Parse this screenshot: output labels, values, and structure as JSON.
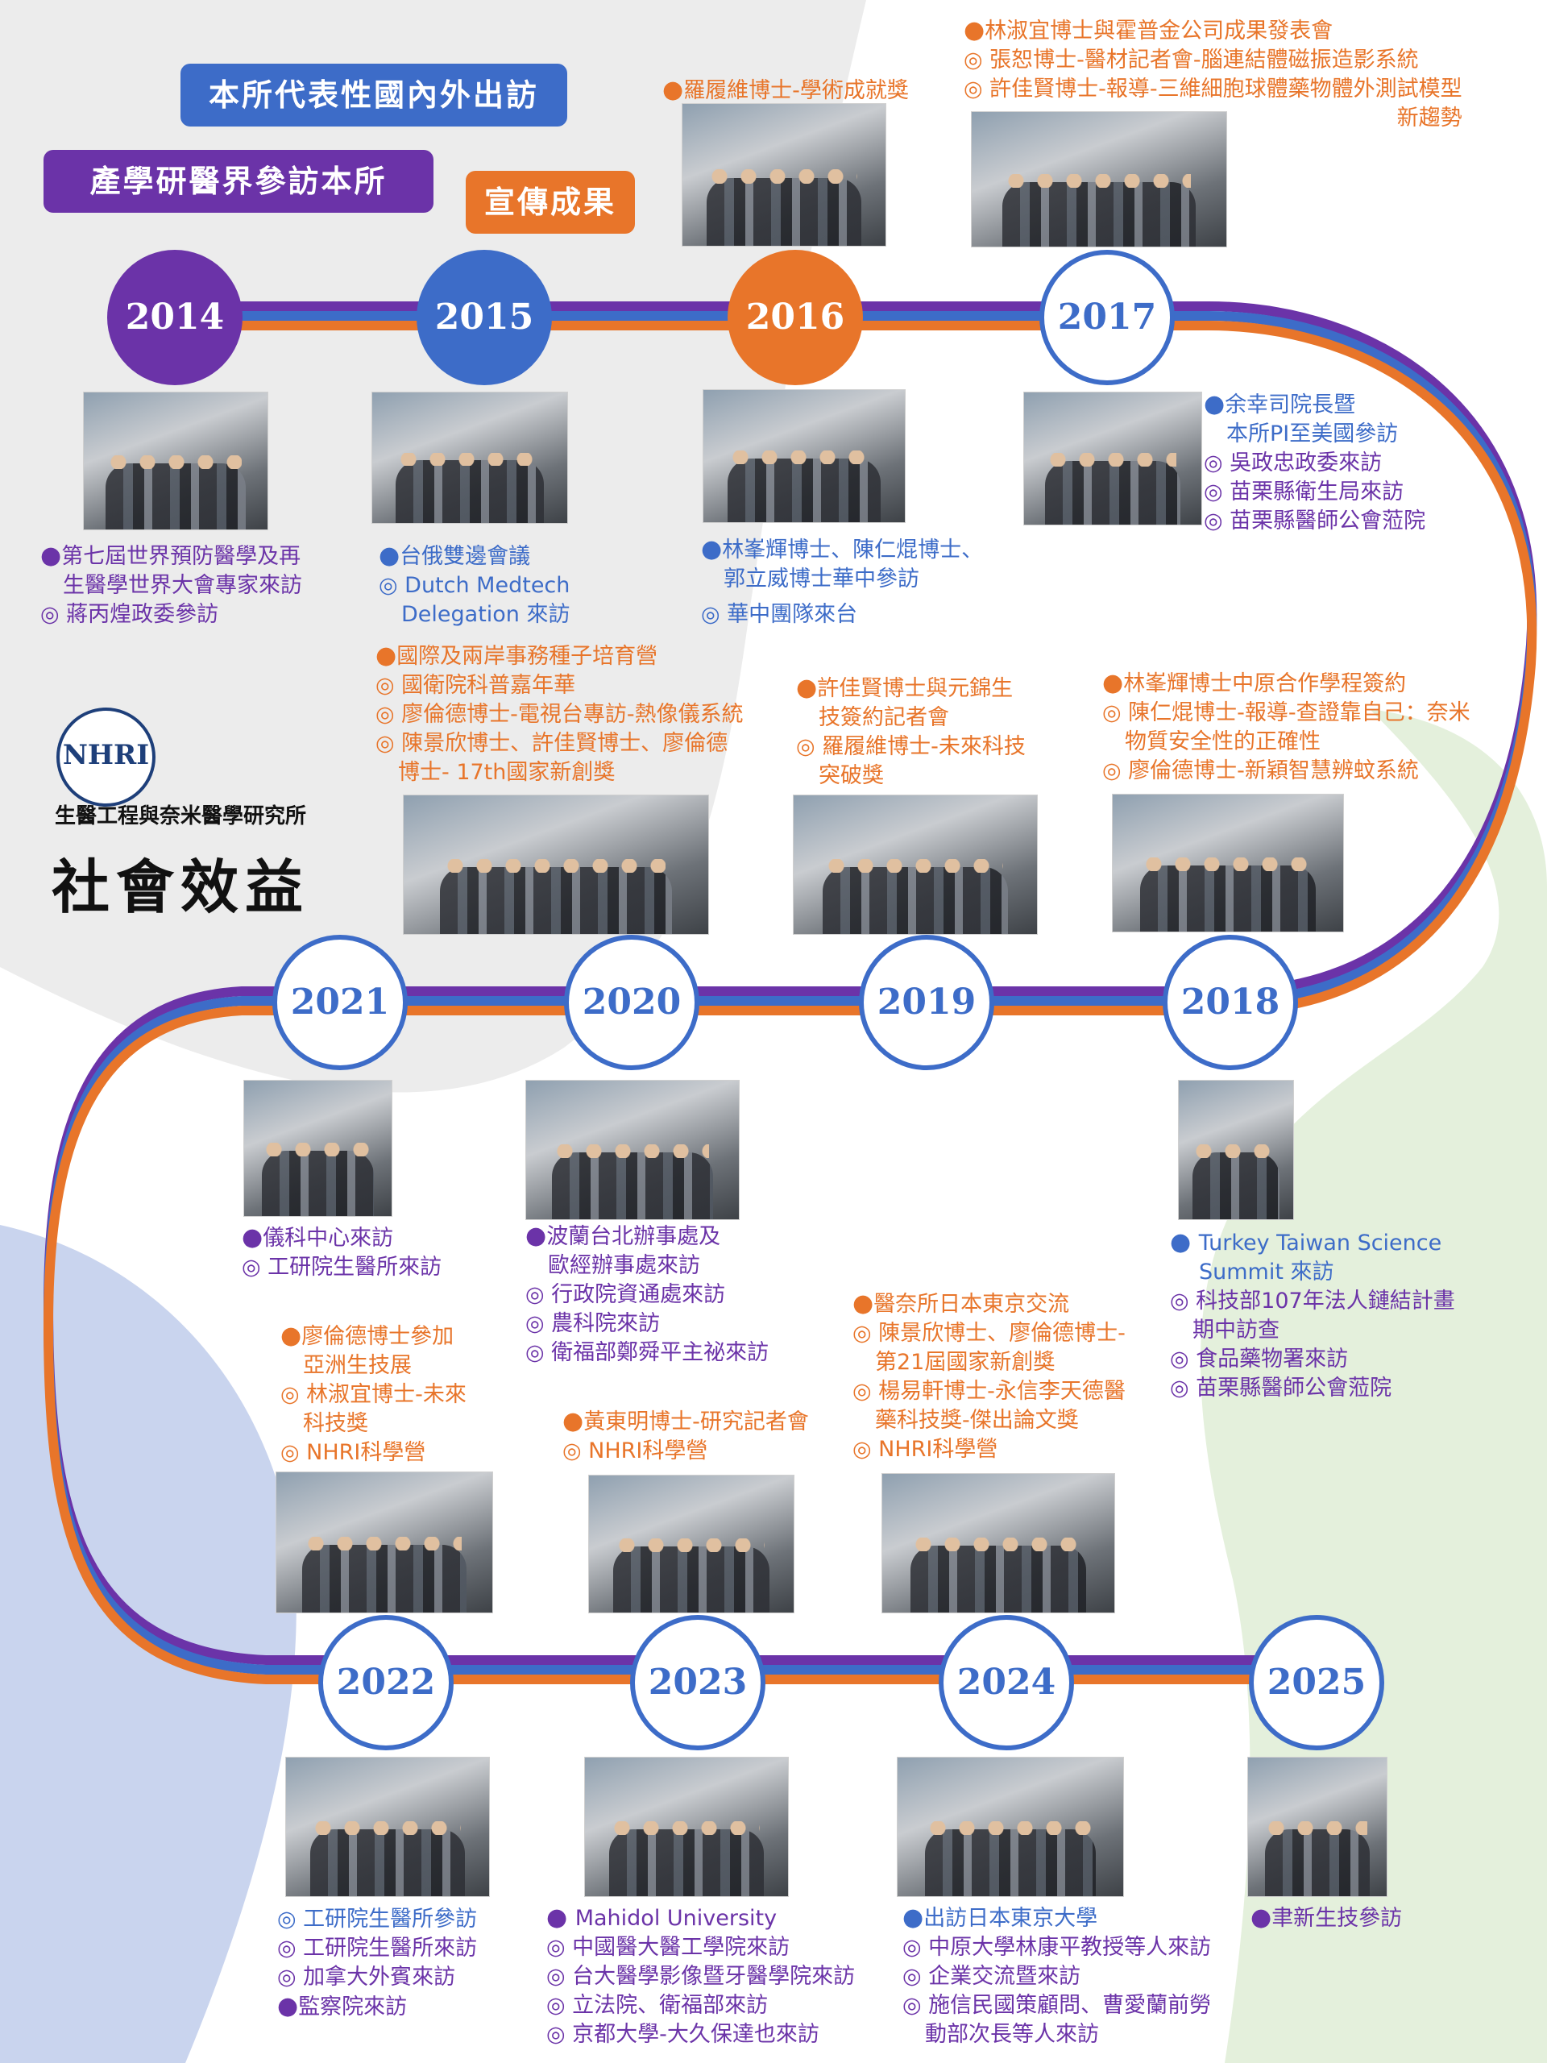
{
  "legend": {
    "overseas": "本所代表性國內外出訪",
    "visits": "產學研醫界參訪本所",
    "publicity": "宣傳成果"
  },
  "institute": {
    "logo_text": "NHRI",
    "name": "生醫工程與奈米醫學研究所",
    "title": "社會效益"
  },
  "colors": {
    "purple": "#6b33a8",
    "blue": "#3d6cc8",
    "orange": "#e8752a"
  },
  "years": [
    "2014",
    "2015",
    "2016",
    "2017",
    "2018",
    "2019",
    "2020",
    "2021",
    "2022",
    "2023",
    "2024",
    "2025"
  ],
  "entries": {
    "e2014": [
      "第七屆世界預防醫學及再",
      "生醫學世界大會專家來訪",
      "蔣丙煌政委參訪"
    ],
    "e2015": [
      "台俄雙邊會議",
      "Dutch Medtech",
      "Delegation 來訪"
    ],
    "e2015b": [
      "國際及兩岸事務種子培育營",
      "國衛院科普嘉年華",
      "廖倫德博士-電視台專訪-熱像儀系統",
      "陳景欣博士、許佳賢博士、廖倫德",
      "博士- 17th國家新創獎"
    ],
    "e2016top": [
      "羅履維博士-學術成就獎"
    ],
    "e2016": [
      "林峯輝博士、陳仁焜博士、",
      "郭立威博士華中參訪",
      "華中團隊來台"
    ],
    "e2017top": [
      "林淑宜博士與霍普金公司成果發表會",
      "張恕博士-醫材記者會-腦連結體磁振造影系統",
      "許佳賢博士-報導-三維細胞球體藥物體外測試模型",
      "新趨勢"
    ],
    "e2017": [
      "余幸司院長暨",
      "本所PI至美國參訪",
      "吳政忠政委來訪",
      "苗栗縣衛生局來訪",
      "苗栗縣醫師公會蒞院"
    ],
    "e2018top": [
      "林峯輝博士中原合作學程簽約",
      "陳仁焜博士-報導-查證靠自己：奈米",
      "物質安全性的正確性",
      "廖倫德博士-新穎智慧辨蚊系統"
    ],
    "e2019top": [
      "許佳賢博士與元錦生",
      "技簽約記者會",
      "羅履維博士-未來科技",
      "突破獎"
    ],
    "e2018": [
      "Turkey Taiwan Science",
      "Summit 來訪",
      "科技部107年法人鏈結計畫",
      "期中訪查",
      "食品藥物署來訪",
      "苗栗縣醫師公會蒞院"
    ],
    "e2019": [
      "醫奈所日本東京交流",
      "陳景欣博士、廖倫德博士-",
      "第21屆國家新創獎",
      "楊易軒博士-永信李天德醫",
      "藥科技獎-傑出論文獎",
      "NHRI科學營"
    ],
    "e2020": [
      "波蘭台北辦事處及",
      "歐經辦事處來訪",
      "行政院資通處來訪",
      "農科院來訪",
      "衛福部鄭舜平主祕來訪"
    ],
    "e2020b": [
      "黃東明博士-研究記者會",
      "NHRI科學營"
    ],
    "e2021": [
      "儀科中心來訪",
      "工研院生醫所來訪"
    ],
    "e2021b": [
      "廖倫德博士參加",
      "亞洲生技展",
      "林淑宜博士-未來",
      "科技獎",
      "NHRI科學營"
    ],
    "e2022": [
      "工研院生醫所參訪",
      "工研院生醫所來訪",
      "加拿大外賓來訪",
      "監察院來訪"
    ],
    "e2023": [
      "Mahidol University",
      "中國醫大醫工學院來訪",
      "台大醫學影像暨牙醫學院來訪",
      "立法院、衛福部來訪",
      "京都大學-大久保達也來訪"
    ],
    "e2024": [
      "出訪日本東京大學",
      "中原大學林康平教授等人來訪",
      "企業交流暨來訪",
      "施信民國策顧問、曹愛蘭前勞",
      "動部次長等人來訪"
    ],
    "e2025": [
      "聿新生技參訪"
    ]
  }
}
